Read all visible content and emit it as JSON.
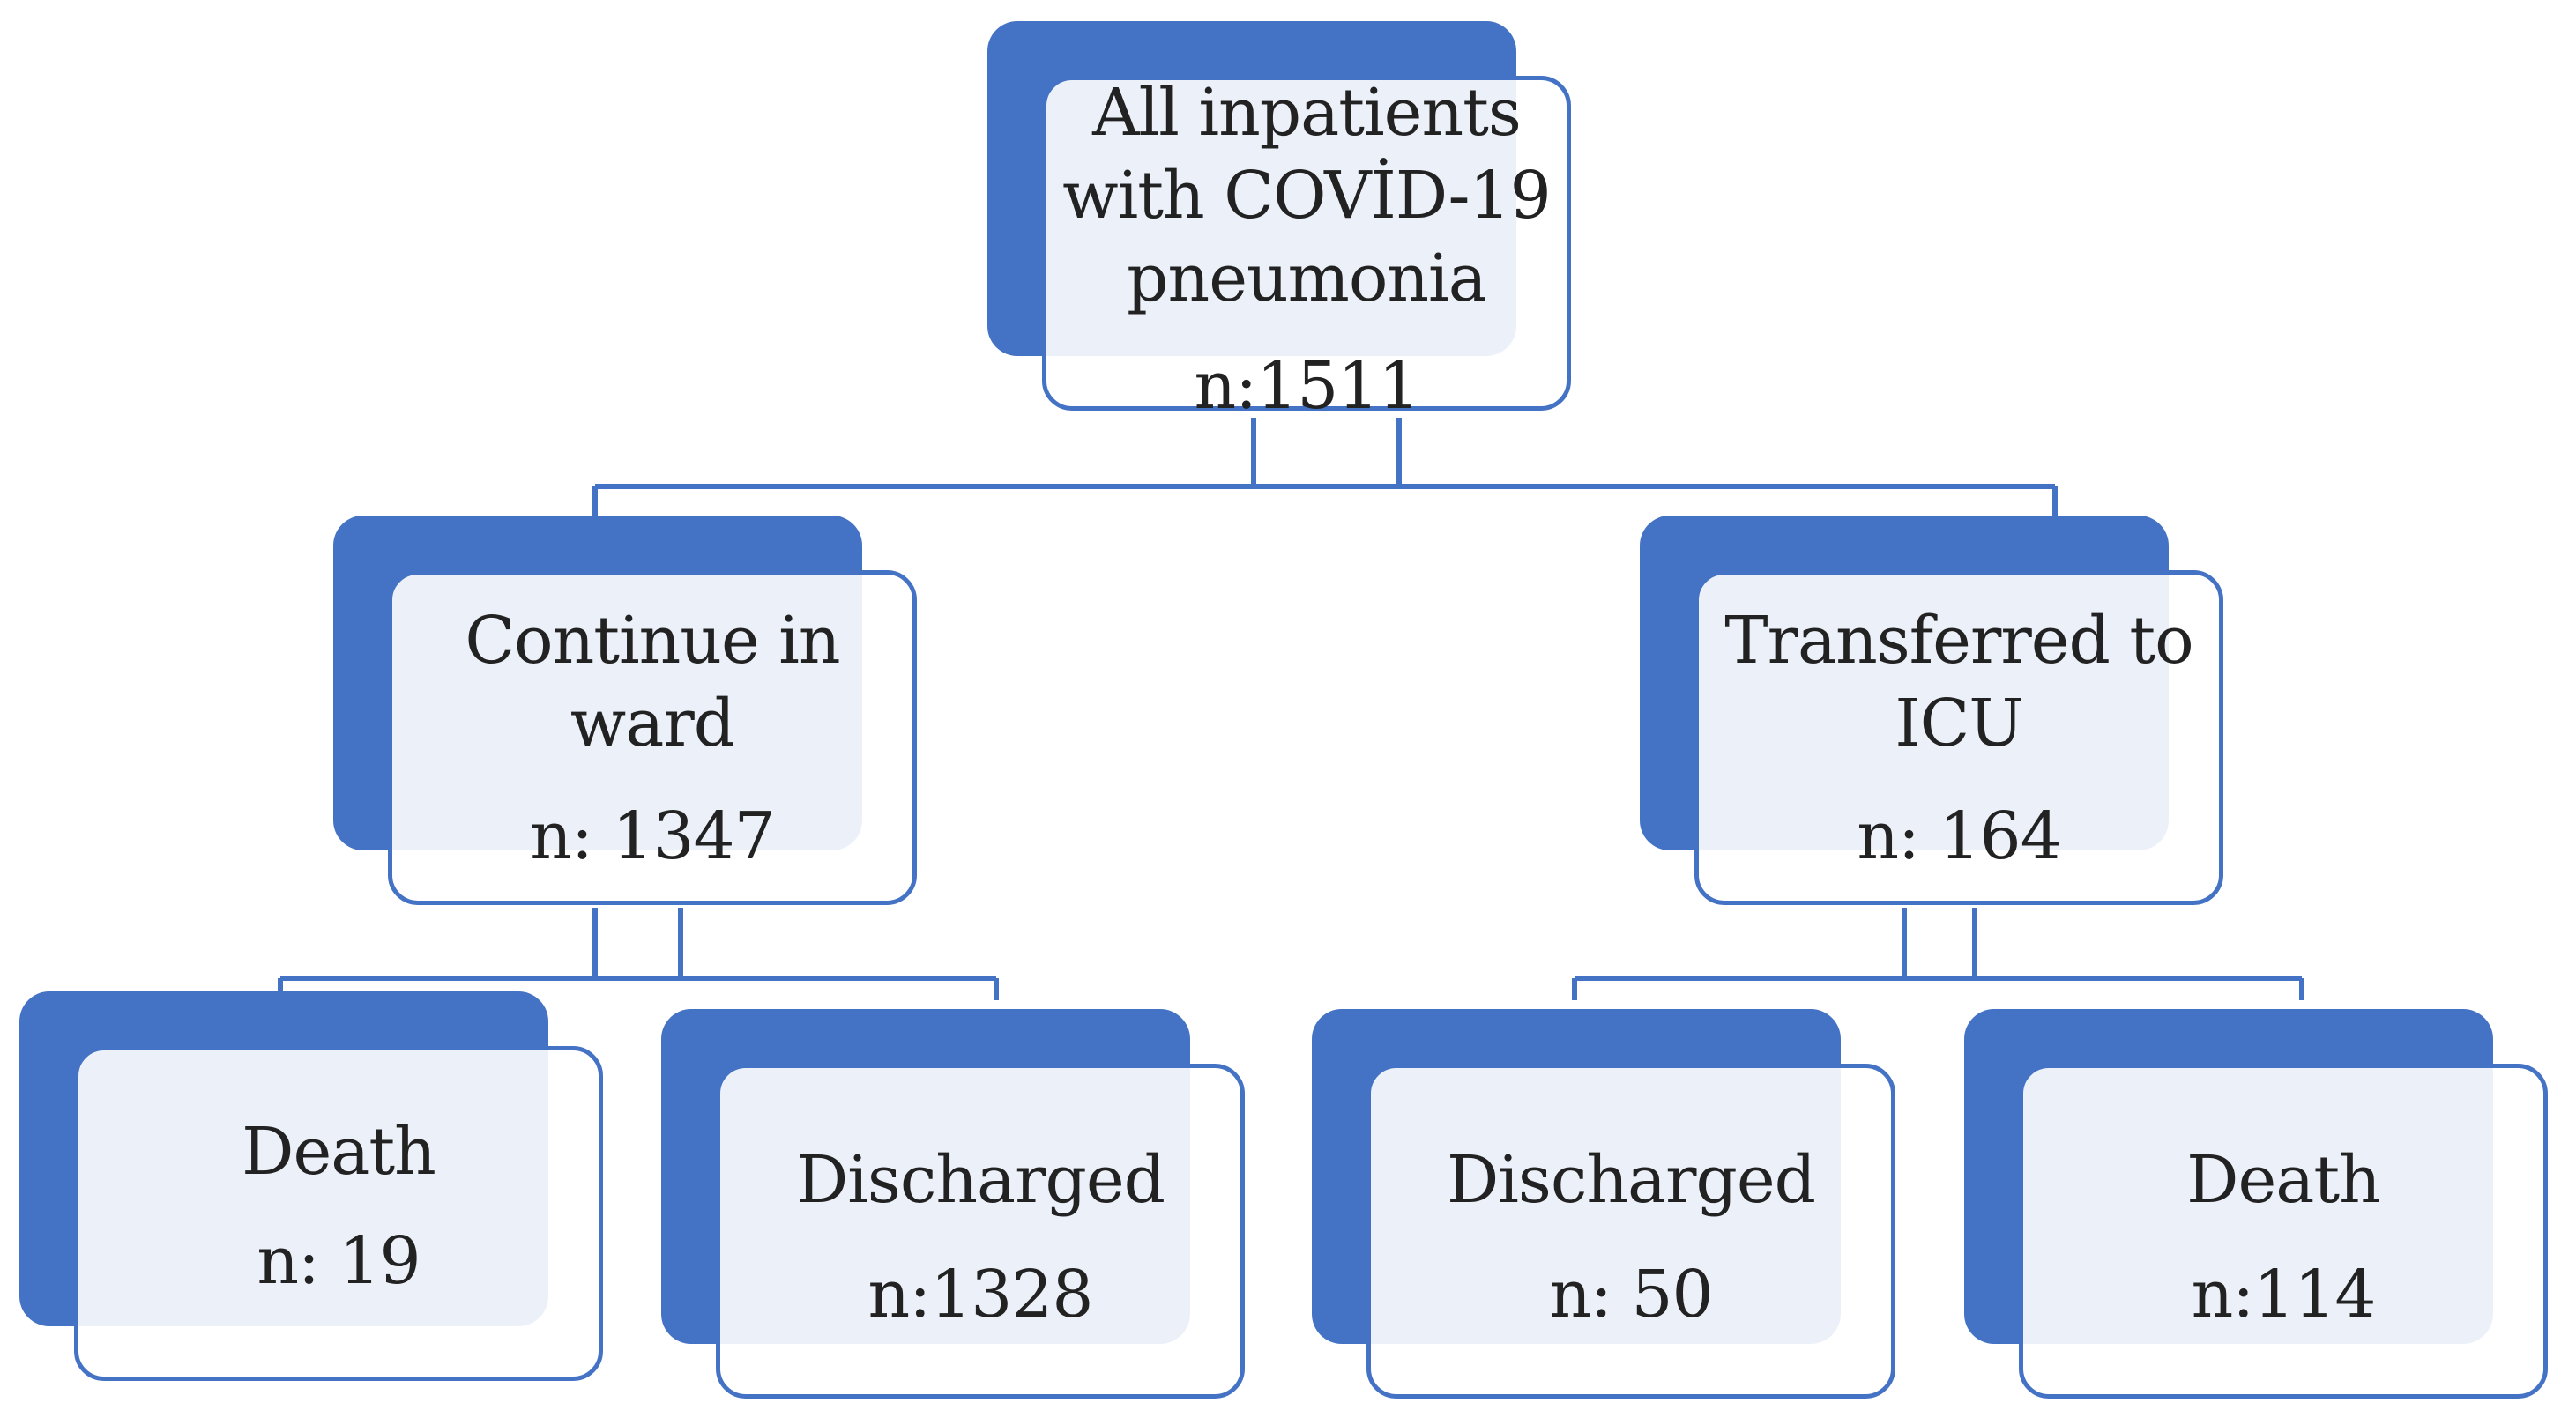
{
  "colors": {
    "accent": "#4472c4",
    "card_fill": "#ffffff",
    "text": "#222222"
  },
  "flowchart": {
    "root": {
      "label": "All inpatients with COVİD-19 pneumonia",
      "count": "n:1511"
    },
    "ward": {
      "label": "Continue in ward",
      "count": "n: 1347"
    },
    "icu": {
      "label": "Transferred to ICU",
      "count": "n: 164"
    },
    "ward_death": {
      "label": "Death",
      "count": "n: 19"
    },
    "ward_discharged": {
      "label": "Discharged",
      "count": "n:1328"
    },
    "icu_discharged": {
      "label": "Discharged",
      "count": "n: 50"
    },
    "icu_death": {
      "label": "Death",
      "count": "n:114"
    }
  }
}
